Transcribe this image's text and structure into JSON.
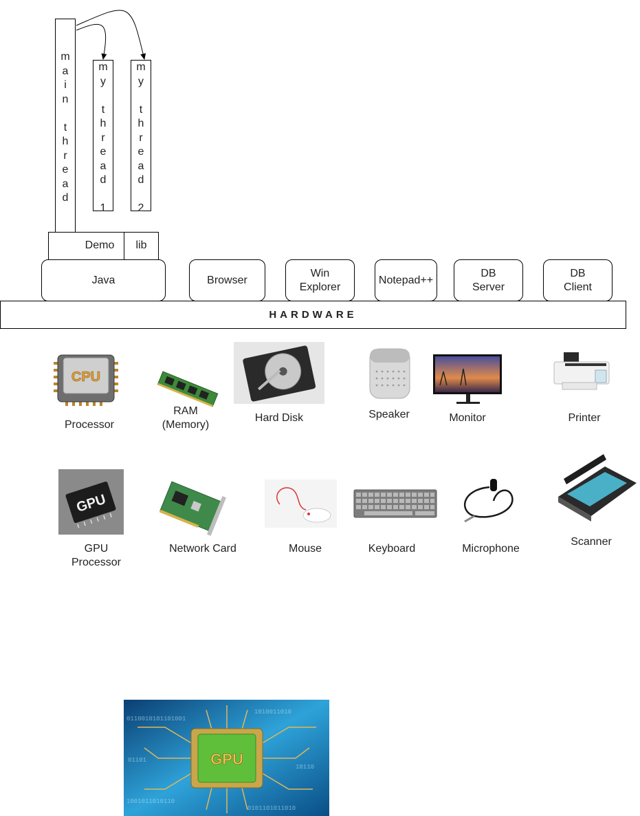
{
  "threads": {
    "main": "m\na\ni\nn\n\nt\nh\nr\ne\na\nd",
    "t1": "m\ny\n\nt\nh\nr\ne\na\nd\n\n1",
    "t2": "m\ny\n\nt\nh\nr\ne\na\nd\n\n2"
  },
  "jvm_parts": {
    "demo": "Demo",
    "lib": "lib"
  },
  "apps": {
    "java": "Java",
    "browser": "Browser",
    "win_explorer": "Win\nExplorer",
    "notepad": "Notepad++",
    "db_server": "DB\nServer",
    "db_client": "DB\nClient"
  },
  "hardware": {
    "label": "HARDWARE"
  },
  "devices": {
    "processor": "Processor",
    "ram": "RAM\n(Memory)",
    "hard_disk": "Hard Disk",
    "speaker": "Speaker",
    "monitor": "Monitor",
    "printer": "Printer",
    "gpu_processor": "GPU\nProcessor",
    "network_card": "Network Card",
    "mouse": "Mouse",
    "keyboard": "Keyboard",
    "microphone": "Microphone",
    "scanner": "Scanner"
  },
  "chip_text": {
    "cpu": "CPU",
    "gpu": "GPU"
  },
  "colors": {
    "line": "#000000",
    "gpu_green": "#5fbf3a",
    "gold": "#c9a64b",
    "sky": "#2ea3d9"
  }
}
